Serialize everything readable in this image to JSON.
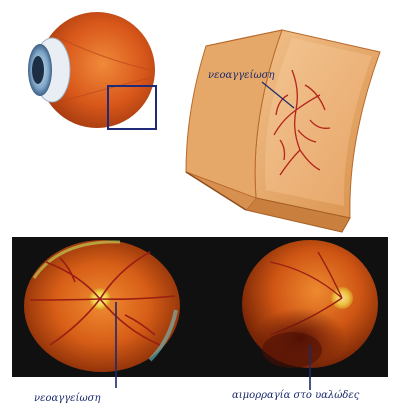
{
  "labels": {
    "diagram_neovascularization": "νεοαγγείωση",
    "photo_neovascularization": "νεοαγγείωση",
    "photo_hemorrhage": "αιμορραγία στο υαλώδες"
  },
  "colors": {
    "retina_orange": "#e0621f",
    "label_blue": "#1a2a6c",
    "photo_background": "#101010",
    "optic_disc": "#f2d34a",
    "vessels": "#9a1e14",
    "highlight_box": "#1f2a78"
  }
}
